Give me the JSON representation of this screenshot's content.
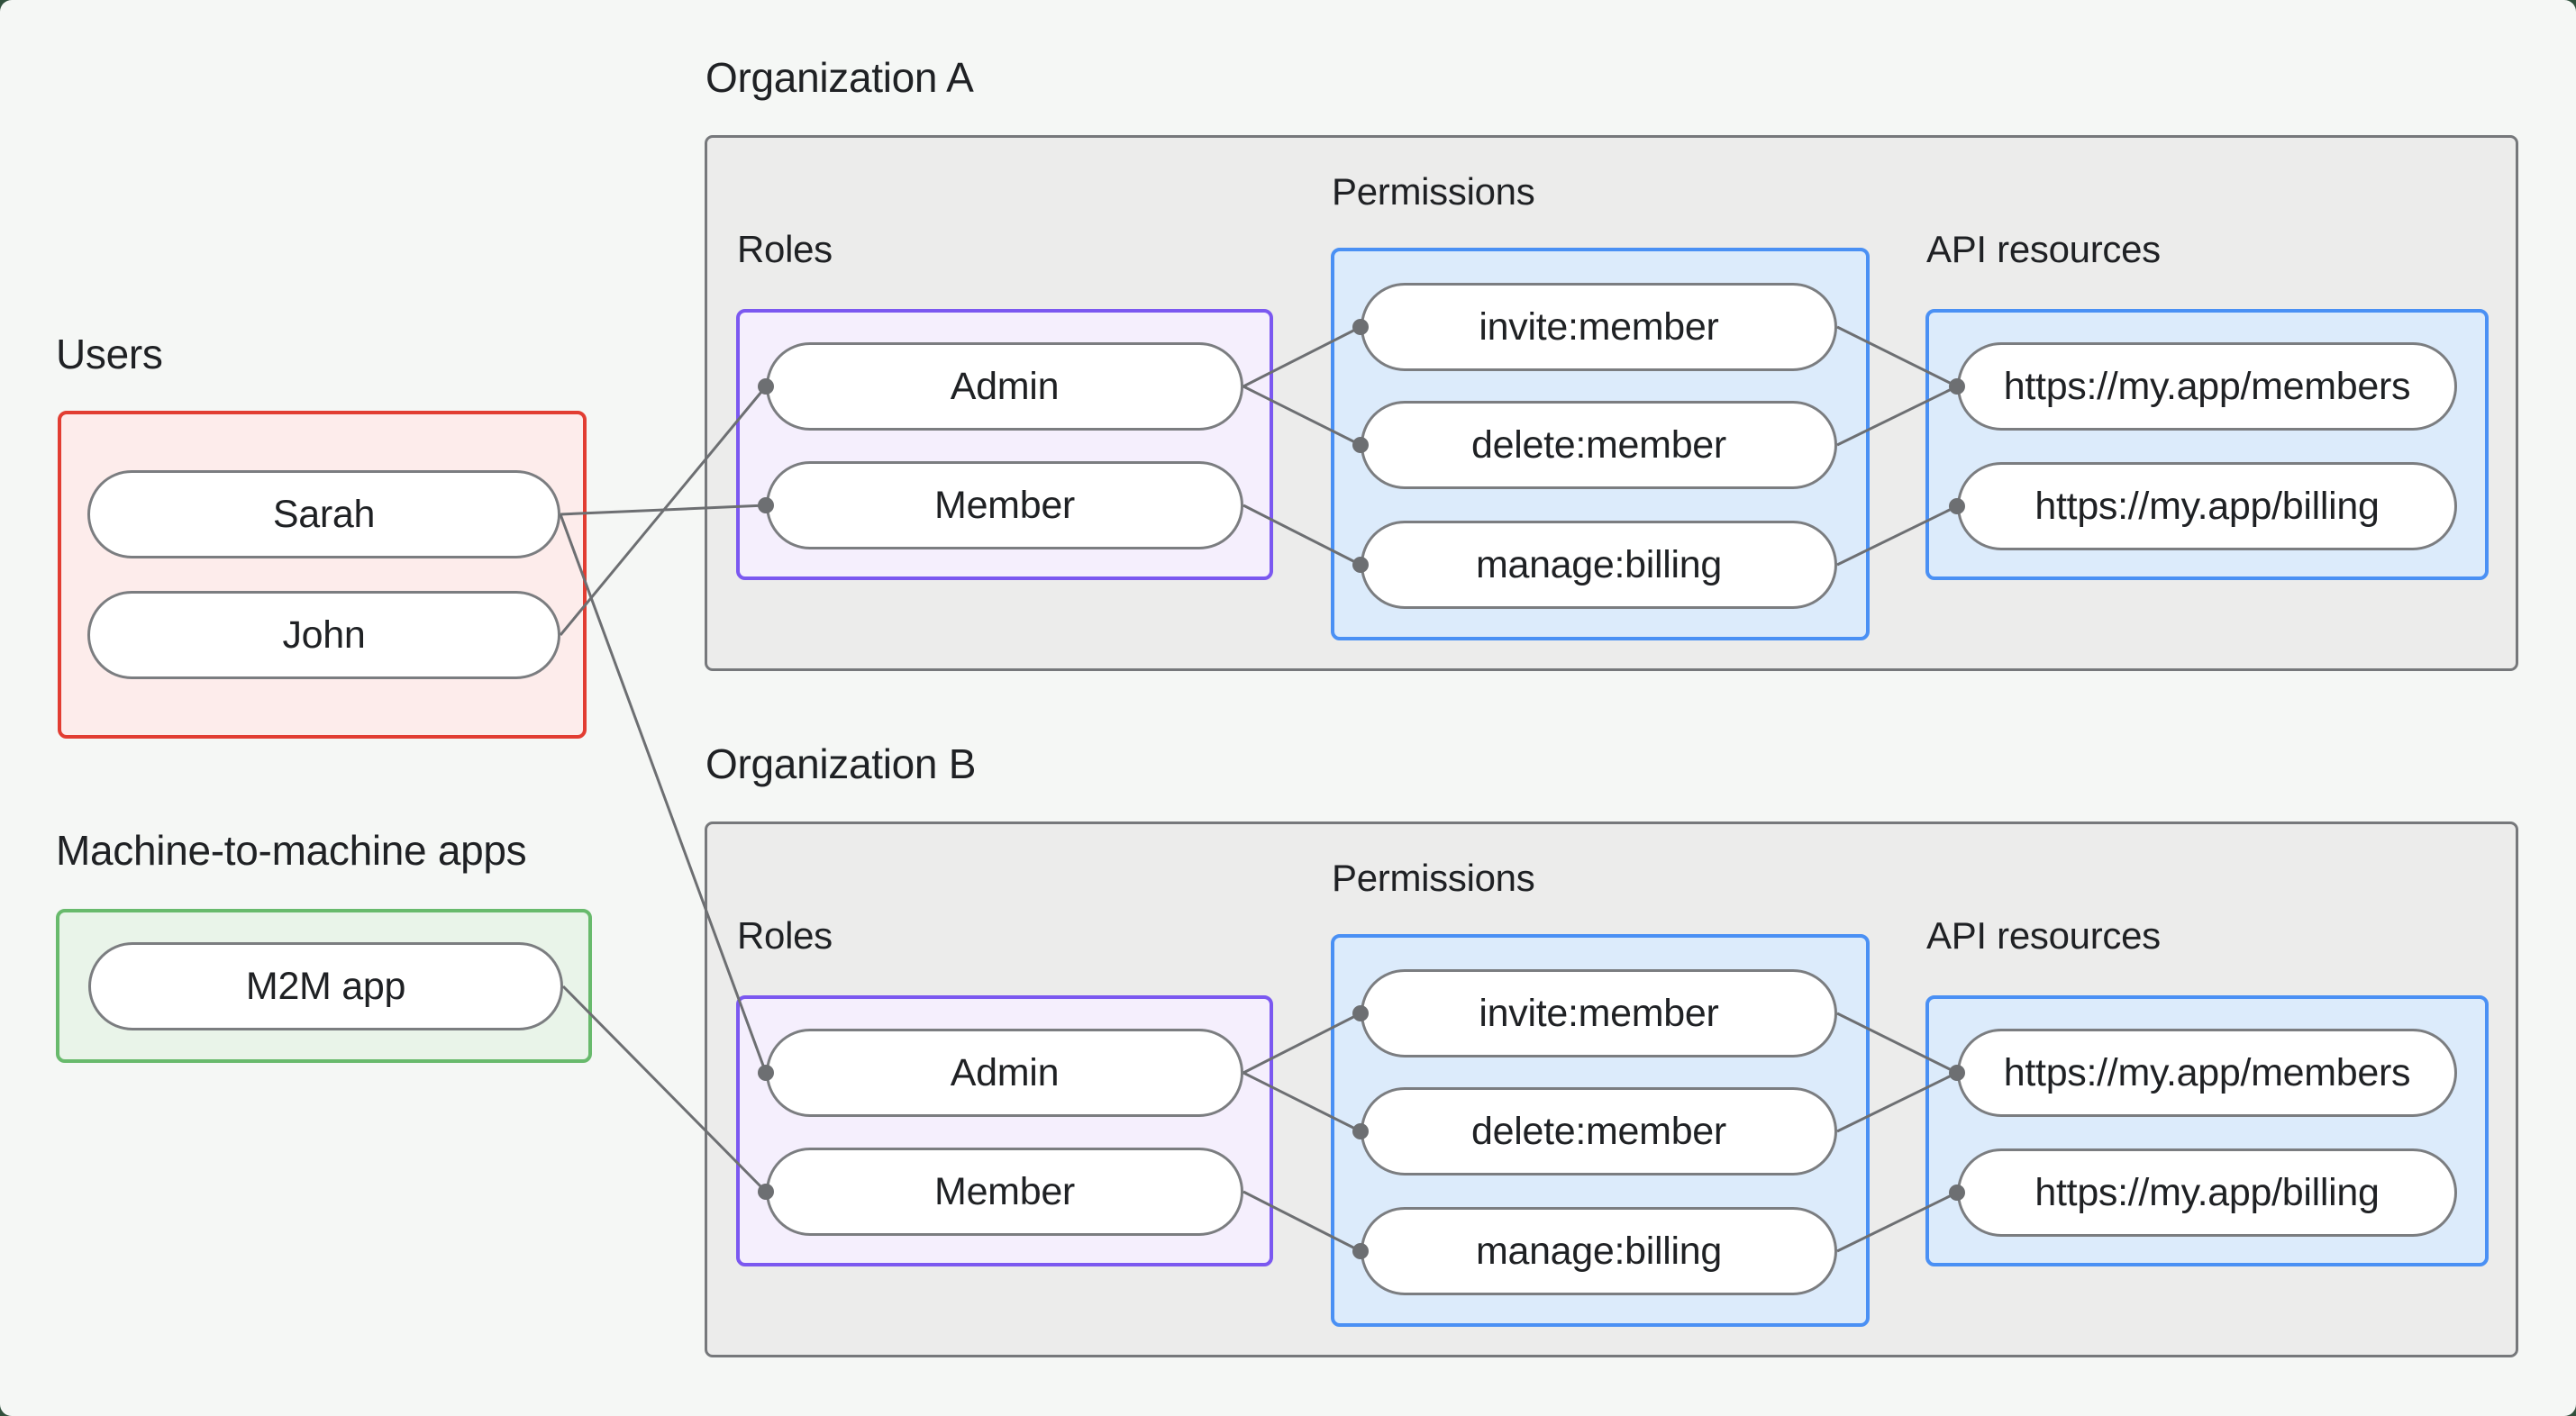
{
  "colors": {
    "canvas_background": "#f5f7f5",
    "backdrop": "#30503c",
    "users_border": "#e23d32",
    "users_fill": "#fdeceb",
    "m2m_border": "#68ba6c",
    "m2m_fill": "#e9f4e9",
    "org_border": "#76787b",
    "org_fill": "#ececeb",
    "roles_border": "#7b58f0",
    "roles_fill": "#f5effd",
    "permissions_border": "#4a90f4",
    "permissions_fill": "#dcebfb",
    "node_border": "#7b7d80",
    "node_fill": "#ffffff",
    "edge": "#6d6f72",
    "text": "#1f2124"
  },
  "users_group": {
    "label": "Users",
    "items": [
      "Sarah",
      "John"
    ]
  },
  "m2m_group": {
    "label": "Machine-to-machine apps",
    "items": [
      "M2M app"
    ]
  },
  "org_a": {
    "label": "Organization A",
    "roles": {
      "label": "Roles",
      "items": [
        "Admin",
        "Member"
      ]
    },
    "permissions": {
      "label": "Permissions",
      "items": [
        "invite:member",
        "delete:member",
        "manage:billing"
      ]
    },
    "api_resources": {
      "label": "API resources",
      "items": [
        "https://my.app/members",
        "https://my.app/billing"
      ]
    }
  },
  "org_b": {
    "label": "Organization B",
    "roles": {
      "label": "Roles",
      "items": [
        "Admin",
        "Member"
      ]
    },
    "permissions": {
      "label": "Permissions",
      "items": [
        "invite:member",
        "delete:member",
        "manage:billing"
      ]
    },
    "api_resources": {
      "label": "API resources",
      "items": [
        "https://my.app/members",
        "https://my.app/billing"
      ]
    }
  },
  "connections": [
    "Sarah → Organization A · Member",
    "John → Organization A · Admin",
    "Sarah → Organization B · Admin",
    "M2M app → Organization B · Member",
    "Organization A · Admin → invite:member",
    "Organization A · Admin → delete:member",
    "Organization A · Member → manage:billing",
    "Organization A · invite:member → https://my.app/members",
    "Organization A · delete:member → https://my.app/members",
    "Organization A · manage:billing → https://my.app/billing",
    "Organization B · Admin → invite:member",
    "Organization B · Admin → delete:member",
    "Organization B · Member → manage:billing",
    "Organization B · invite:member → https://my.app/members",
    "Organization B · delete:member → https://my.app/members",
    "Organization B · manage:billing → https://my.app/billing"
  ]
}
